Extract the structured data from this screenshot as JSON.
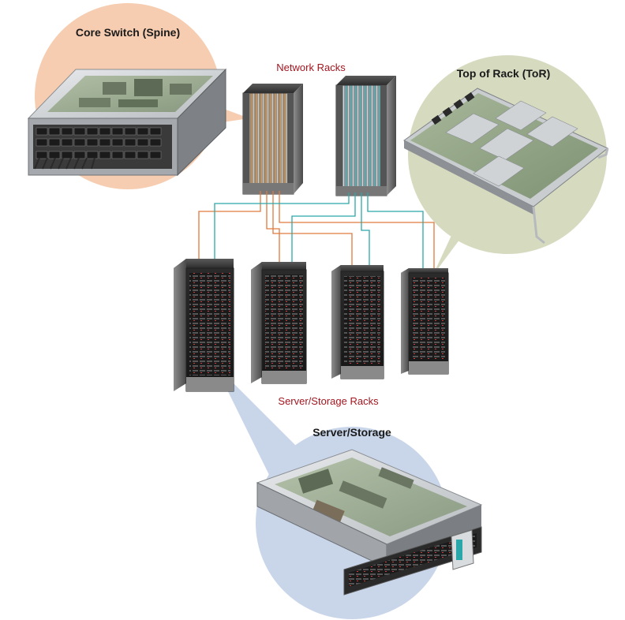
{
  "labels": {
    "core_switch": "Core Switch (Spine)",
    "network_racks": "Network Racks",
    "tor": "Top of Rack (ToR)",
    "server_racks": "Server/Storage Racks",
    "server_storage": "Server/Storage"
  },
  "colors": {
    "orange_link": "#e07a3c",
    "teal_link": "#2aa7a9",
    "label_red": "#a3161f",
    "spine_bubble": "#f6cdb0",
    "tor_bubble": "#d6dbc0",
    "server_bubble": "#c9d6ea"
  }
}
